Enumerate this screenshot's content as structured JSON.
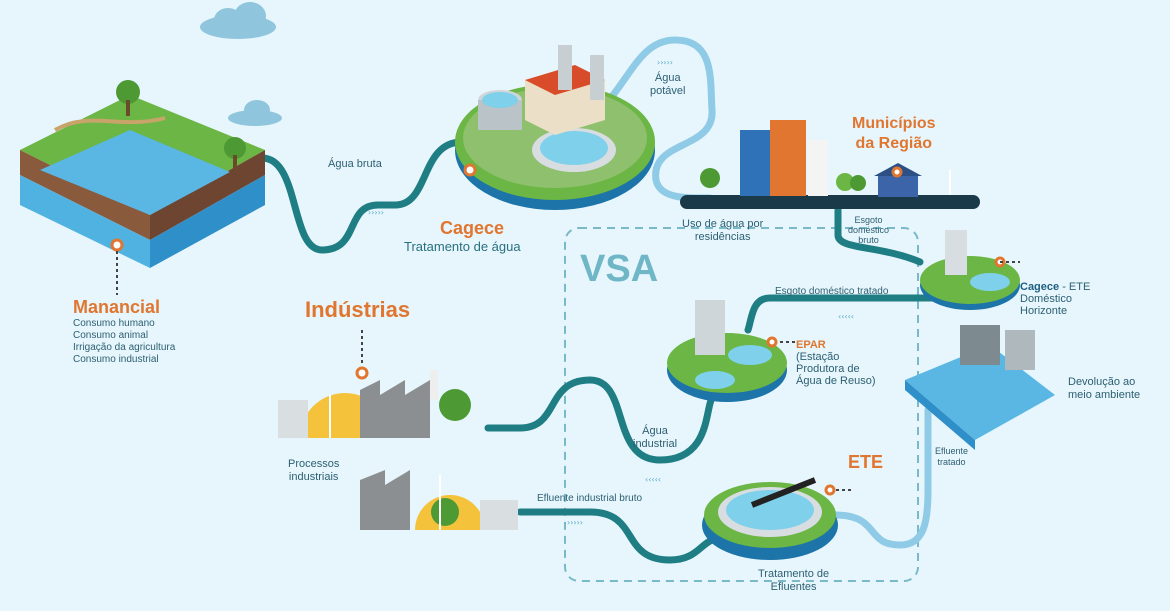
{
  "manancial": {
    "title": "Manancial",
    "uses": [
      "Consumo humano",
      "Consumo animal",
      "Irrigação da agricultura",
      "Consumo industrial"
    ]
  },
  "cagece_tratamento": {
    "title": "Cagece",
    "subtitle": "Tratamento de água"
  },
  "municipios": {
    "line1": "Municípios",
    "line2": "da Região"
  },
  "industrias": {
    "title": "Indústrias"
  },
  "vsa": {
    "label": "VSA"
  },
  "epar": {
    "title": "EPAR",
    "lines": [
      "(Estação",
      "Produtora de",
      "Água de Reuso)"
    ]
  },
  "ete": {
    "title": "ETE"
  },
  "cagece_ete": {
    "title": "Cagece",
    "suffix": " - ETE",
    "lines": [
      "Doméstico",
      "Horizonte"
    ]
  },
  "flows": {
    "agua_bruta": "Água bruta",
    "agua_potavel": [
      "Água",
      "potável"
    ],
    "uso_residencias": [
      "Uso de água por",
      "residências"
    ],
    "esgoto_bruto": [
      "Esgoto",
      "doméstico",
      "bruto"
    ],
    "esgoto_tratado": "Esgoto doméstico tratado",
    "agua_industrial": [
      "Água",
      "industrial"
    ],
    "efluente_industrial": "Efluente industrial bruto",
    "tratamento_efluentes": [
      "Tratamento de",
      "Efluentes"
    ],
    "processos_industriais": [
      "Processos",
      "industriais"
    ],
    "efluente_tratado": [
      "Efluente",
      "tratado"
    ],
    "devolucao": [
      "Devolução ao",
      "meio ambiente"
    ]
  },
  "colors": {
    "background": "#e6f6fc",
    "pipe_dark": "#1f7d84",
    "pipe_light": "#8fcbe6",
    "accent_orange": "#e0762f",
    "text_teal": "#2a6f80"
  }
}
